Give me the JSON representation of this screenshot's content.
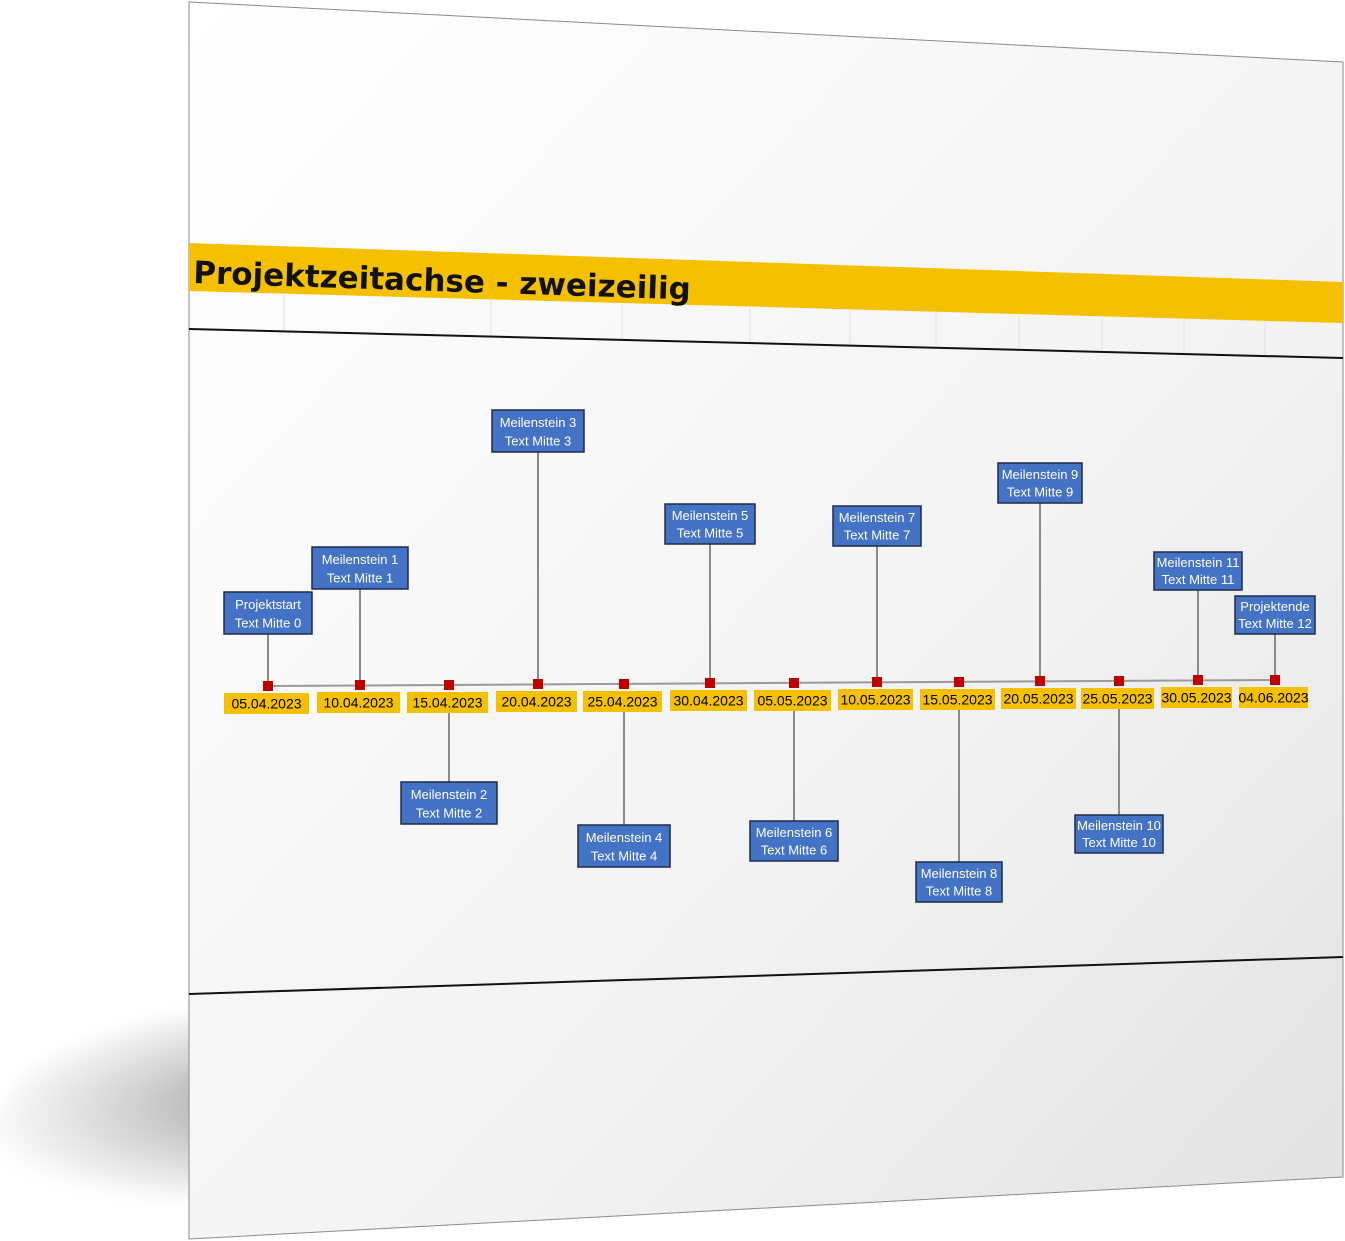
{
  "title": "Projektzeitachse - zweizeilig",
  "colors": {
    "banner": "#f5c000",
    "box_fill": "#4472c4",
    "box_border": "#1f2b4a",
    "marker": "#c00000",
    "date_fill": "#f5c000",
    "axis": "#9a9a9a"
  },
  "milestones": [
    {
      "date": "05.04.2023",
      "line1": "Projektstart",
      "line2": "Text Mitte 0",
      "side": "above"
    },
    {
      "date": "10.04.2023",
      "line1": "Meilenstein 1",
      "line2": "Text Mitte 1",
      "side": "above"
    },
    {
      "date": "15.04.2023",
      "line1": "Meilenstein 2",
      "line2": "Text Mitte 2",
      "side": "below"
    },
    {
      "date": "20.04.2023",
      "line1": "Meilenstein 3",
      "line2": "Text Mitte 3",
      "side": "above"
    },
    {
      "date": "25.04.2023",
      "line1": "Meilenstein 4",
      "line2": "Text Mitte 4",
      "side": "below"
    },
    {
      "date": "30.04.2023",
      "line1": "Meilenstein 5",
      "line2": "Text Mitte 5",
      "side": "above"
    },
    {
      "date": "05.05.2023",
      "line1": "Meilenstein 6",
      "line2": "Text Mitte 6",
      "side": "below"
    },
    {
      "date": "10.05.2023",
      "line1": "Meilenstein 7",
      "line2": "Text Mitte 7",
      "side": "above"
    },
    {
      "date": "15.05.2023",
      "line1": "Meilenstein 8",
      "line2": "Text Mitte 8",
      "side": "below"
    },
    {
      "date": "20.05.2023",
      "line1": "Meilenstein 9",
      "line2": "Text Mitte 9",
      "side": "above"
    },
    {
      "date": "25.05.2023",
      "line1": "Meilenstein 10",
      "line2": "Text Mitte 10",
      "side": "below"
    },
    {
      "date": "30.05.2023",
      "line1": "Meilenstein 11",
      "line2": "Text Mitte 11",
      "side": "above"
    },
    {
      "date": "04.06.2023",
      "line1": "Projektende",
      "line2": "Text Mitte 12",
      "side": "above"
    }
  ]
}
